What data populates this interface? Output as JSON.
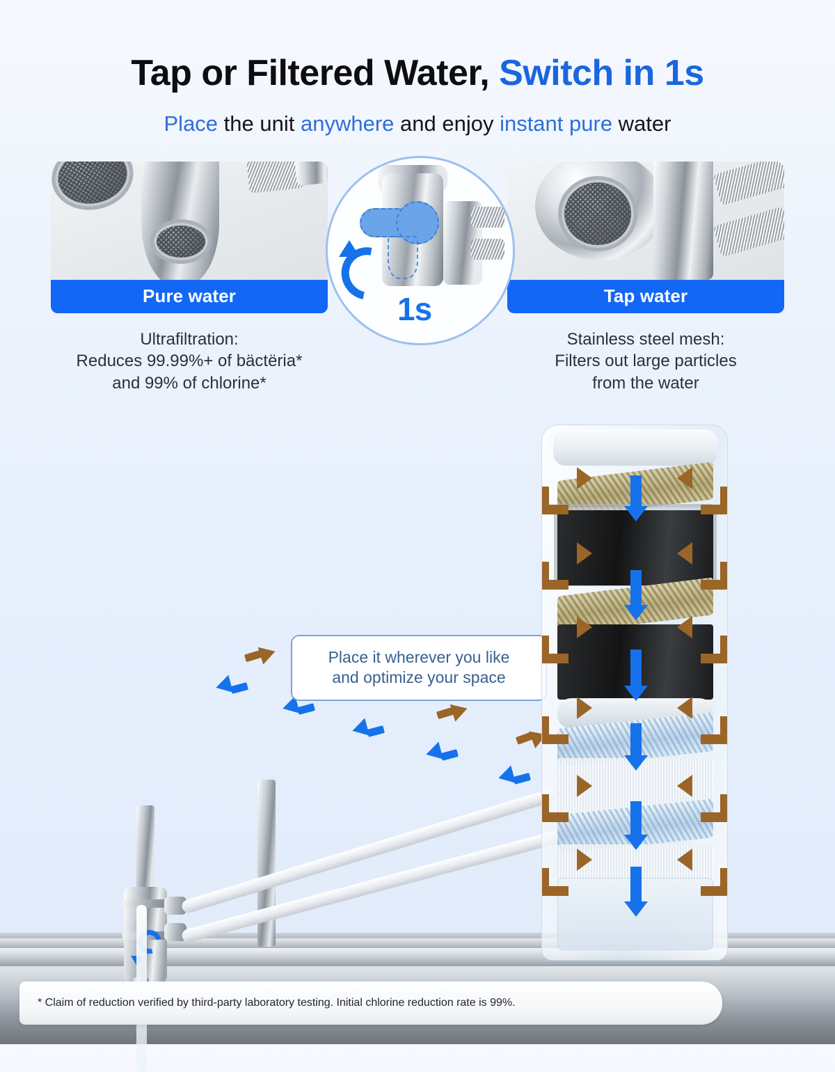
{
  "header": {
    "headline_part1": "Tap or Filtered Water, ",
    "headline_accent": "Switch in 1s",
    "subhead_tokens": [
      {
        "t": "Place",
        "accent": true
      },
      {
        "t": " the unit ",
        "accent": false
      },
      {
        "t": "anywhere",
        "accent": true
      },
      {
        "t": " and enjoy ",
        "accent": false
      },
      {
        "t": "instant pure",
        "accent": true
      },
      {
        "t": " water",
        "accent": false
      }
    ]
  },
  "compare": {
    "left": {
      "label": "Pure water",
      "desc_line1": "Ultrafiltration:",
      "desc_line2": "Reduces 99.99%+ of bäctëria*",
      "desc_line3": "and 99% of chlorine*"
    },
    "right": {
      "label": "Tap water",
      "desc_line1": "Stainless steel mesh:",
      "desc_line2": "Filters out large particles",
      "desc_line3": "from the water"
    },
    "center": {
      "switch_time": "1s"
    }
  },
  "scene": {
    "callout_line1": "Place it wherever you like",
    "callout_line2": "and optimize your space"
  },
  "footnote": {
    "text": "* Claim of reduction verified by third-party laboratory testing. Initial chlorine reduction rate is 99%."
  },
  "colors": {
    "accent_blue": "#1a66e0",
    "label_blue": "#1267f5",
    "arrow_blue": "#1572ea",
    "arrow_brown": "#9a6527",
    "subhead_blue": "#2f6fd8",
    "background": "#e6effc"
  }
}
